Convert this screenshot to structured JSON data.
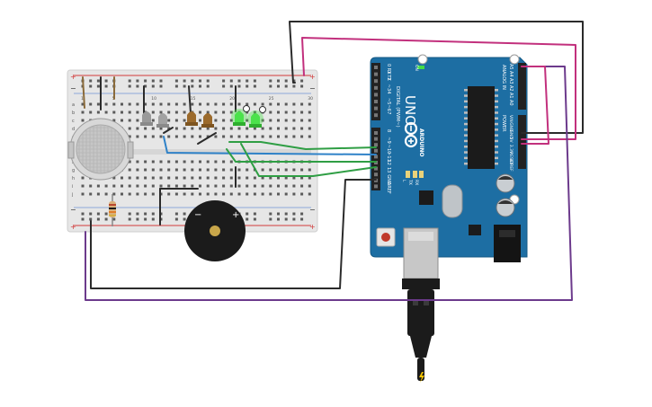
{
  "board": {
    "brand": "UNO",
    "logo": "ARDUINO",
    "digital_title": "DIGITAL (PWM~)",
    "analog_title": "ANALOG IN",
    "power_title": "POWER",
    "digital_pins_top": [
      "0 RX",
      "1 TX",
      "2",
      "~3",
      "4",
      "~5",
      "~6",
      "7"
    ],
    "digital_pins_bottom": [
      "8",
      "~9",
      "~10",
      "~11",
      "12",
      "13",
      "GND",
      "AREF"
    ],
    "analog_pins": [
      "A5",
      "A4",
      "A3",
      "A2",
      "A1",
      "A0"
    ],
    "power_pins": [
      "VIN",
      "GND",
      "GND",
      "5V",
      "3.3V",
      "RESET",
      "IOREF"
    ],
    "led_labels": [
      "L",
      "TX",
      "RX"
    ],
    "on_label": "ON"
  },
  "breadboard": {
    "column_numbers": [
      "1",
      "5",
      "10",
      "15",
      "20",
      "25",
      "30"
    ],
    "row_letters_top": [
      "a",
      "b",
      "c",
      "d",
      "e"
    ],
    "row_letters_bottom": [
      "f",
      "g",
      "h",
      "i",
      "j"
    ],
    "rail_plus": "+",
    "rail_minus": "−"
  },
  "buzzer": {
    "plus": "+",
    "minus": "−"
  },
  "colors": {
    "arduino": "#1d6ea3",
    "breadboard": "#e8e8e8",
    "wire_black": "#2b2b2b",
    "wire_magenta": "#c2307d",
    "wire_purple": "#6c3a8c",
    "wire_green": "#2f9e44",
    "wire_blue": "#2f82c8",
    "led_green": "#4be24b",
    "led_brown": "#9b6a2c",
    "led_gray": "#9a9a9a"
  },
  "icons": [
    "gas-sensor-icon",
    "buzzer-icon",
    "usb-plug-icon",
    "led-icon",
    "resistor-icon"
  ]
}
